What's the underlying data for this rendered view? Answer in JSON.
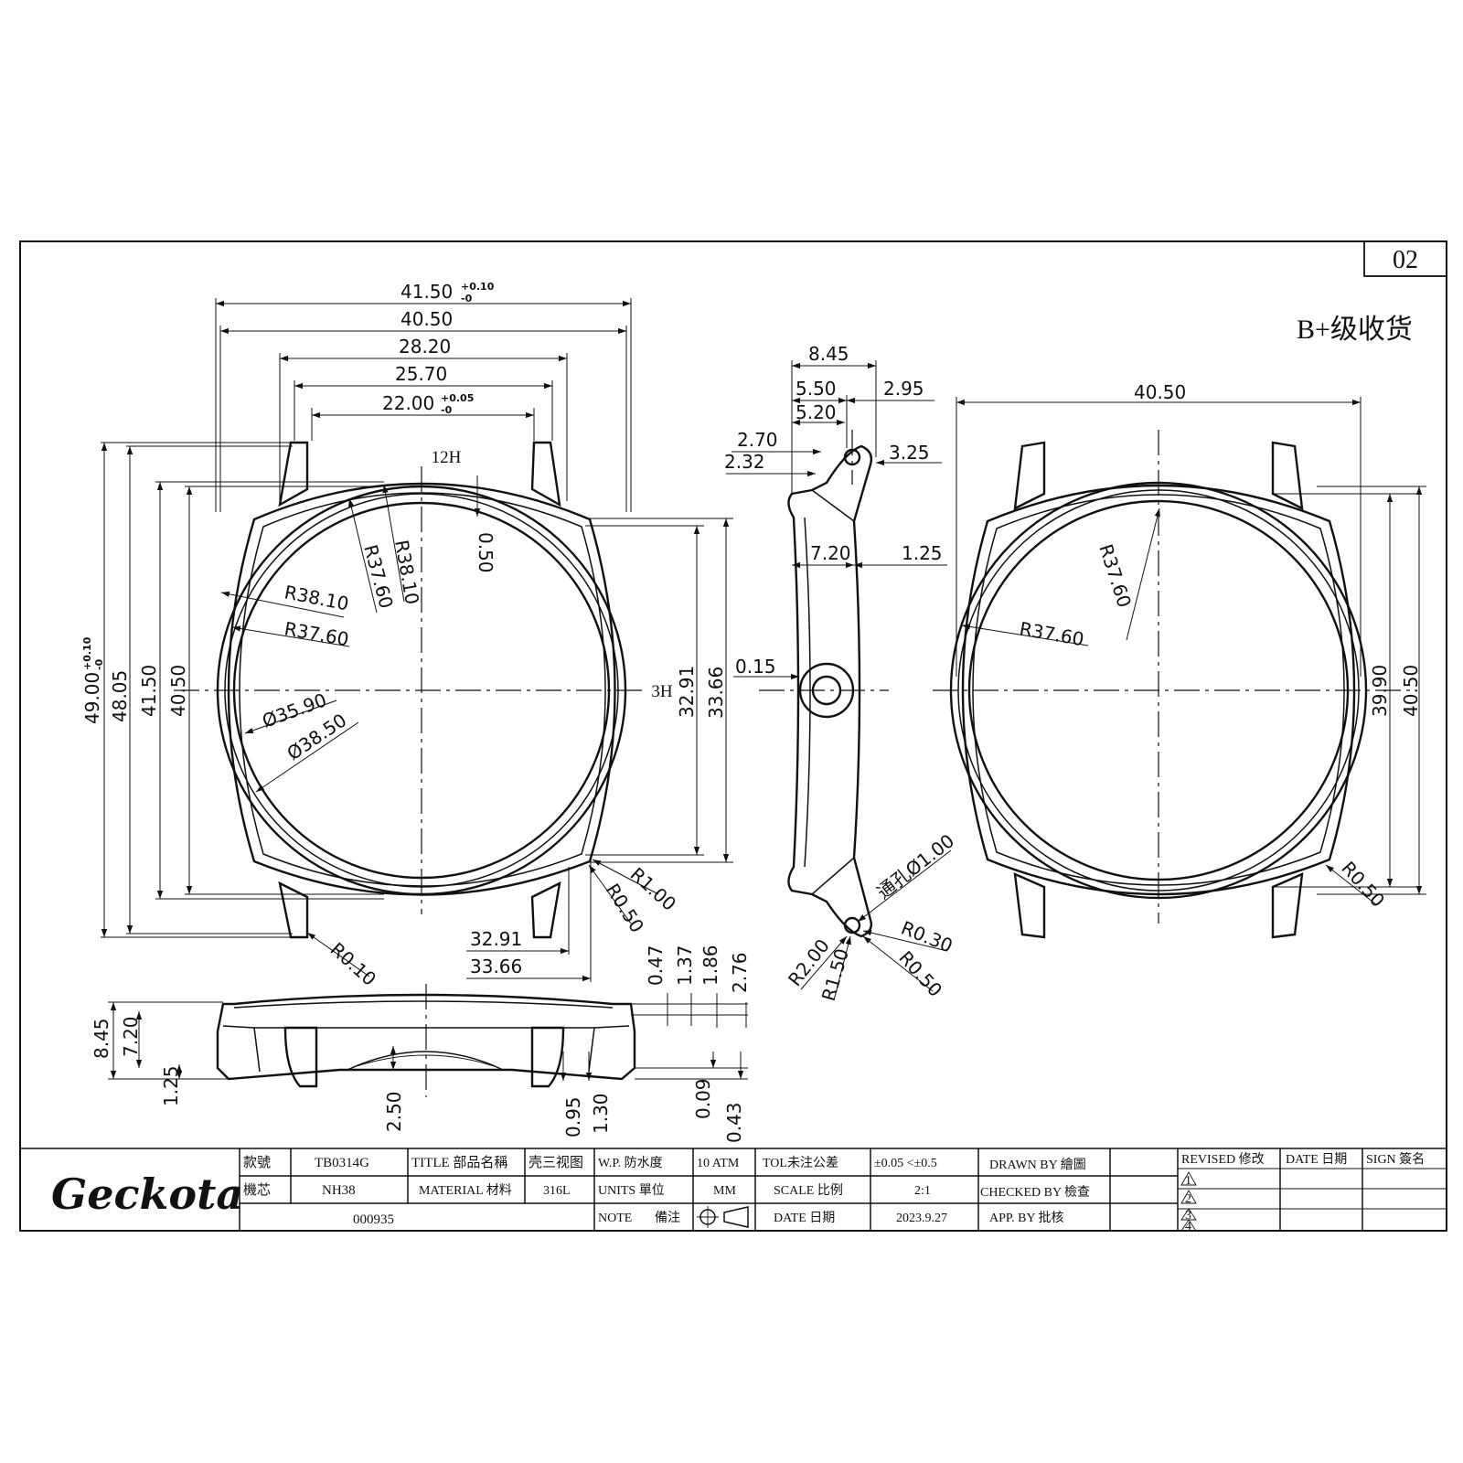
{
  "sheet_number": "02",
  "grade_note": "B+级收货",
  "logo_text": "Geckota",
  "front_view": {
    "width_outer": "41.50",
    "width_outer_tol_plus": "+0.10",
    "width_outer_tol_minus": "-0",
    "width_body": "40.50",
    "lug_outer": "28.20",
    "lug_inner": "25.70",
    "lug_width": "22.00",
    "lug_width_tol_plus": "+0.05",
    "lug_width_tol_minus": "-0",
    "marker_12": "12H",
    "marker_3": "3H",
    "offset": "0.50",
    "r38_10_a": "R38.10",
    "r37_60_a": "R37.60",
    "r38_10_b": "R38.10",
    "r37_60_b": "R37.60",
    "dia_inner": "Ø35.90",
    "dia_outer": "Ø38.50",
    "height_outer": "49.00",
    "height_outer_tol_plus": "+0.10",
    "height_outer_tol_minus": "-0",
    "height_48": "48.05",
    "height_41": "41.50",
    "height_40": "40.50",
    "right_32": "32.91",
    "right_33": "33.66",
    "r_1_00": "R1.00",
    "r_0_50": "R0.50",
    "r_0_10": "R0.10",
    "bottom_32": "32.91",
    "bottom_33": "33.66"
  },
  "side_view": {
    "d_8_45": "8.45",
    "d_5_50": "5.50",
    "d_2_95": "2.95",
    "d_5_20": "5.20",
    "d_2_70": "2.70",
    "d_2_32": "2.32",
    "d_3_25": "3.25",
    "d_7_20": "7.20",
    "d_1_25": "1.25",
    "d_0_15": "0.15",
    "through_hole": "通孔Ø1.00",
    "r_0_30": "R0.30",
    "r_0_50": "R0.50",
    "r_2_00": "R2.00",
    "r_1_50": "R1.50"
  },
  "profile_view": {
    "h_8_45": "8.45",
    "h_7_20": "7.20",
    "h_1_25": "1.25",
    "d_2_50": "2.50",
    "d_0_95": "0.95",
    "d_1_30": "1.30",
    "d_0_09": "0.09",
    "d_0_43": "0.43",
    "d_0_47": "0.47",
    "d_1_37": "1.37",
    "d_1_86": "1.86",
    "d_2_76": "2.76"
  },
  "back_view": {
    "width": "40.50",
    "r_37_60_a": "R37.60",
    "r_37_60_b": "R37.60",
    "h_39_90": "39.90",
    "h_40_50": "40.50",
    "r_0_50": "R0.50"
  },
  "title_block": {
    "model_label": "款號",
    "model_value": "TB0314G",
    "movement_label": "機芯",
    "movement_value": "NH38",
    "code_value": "000935",
    "title_label": "TITLE 部品名稱",
    "title_value": "壳三视图",
    "material_label": "MATERIAL 材料",
    "material_value": "316L",
    "wp_label": "W.P. 防水度",
    "wp_value": "10 ATM",
    "units_label": "UNITS  單位",
    "units_value": "MM",
    "note_label": "NOTE",
    "note_cn": "備注",
    "tol_label": "TOL未注公差",
    "tol_value": "±0.05 <±0.5",
    "scale_label": "SCALE  比例",
    "scale_value": "2:1",
    "date_label": "DATE     日期",
    "date_value": "2023.9.27",
    "drawn_label": "DRAWN BY 繪圖",
    "checked_label": "CHECKED BY 檢查",
    "app_label": "APP.    BY 批核",
    "revised_label": "REVISED 修改",
    "rev_date_label": "DATE 日期",
    "sign_label": "SIGN 簽名",
    "rev_1": "1",
    "rev_2": "2",
    "rev_3": "3",
    "rev_4": "4"
  }
}
